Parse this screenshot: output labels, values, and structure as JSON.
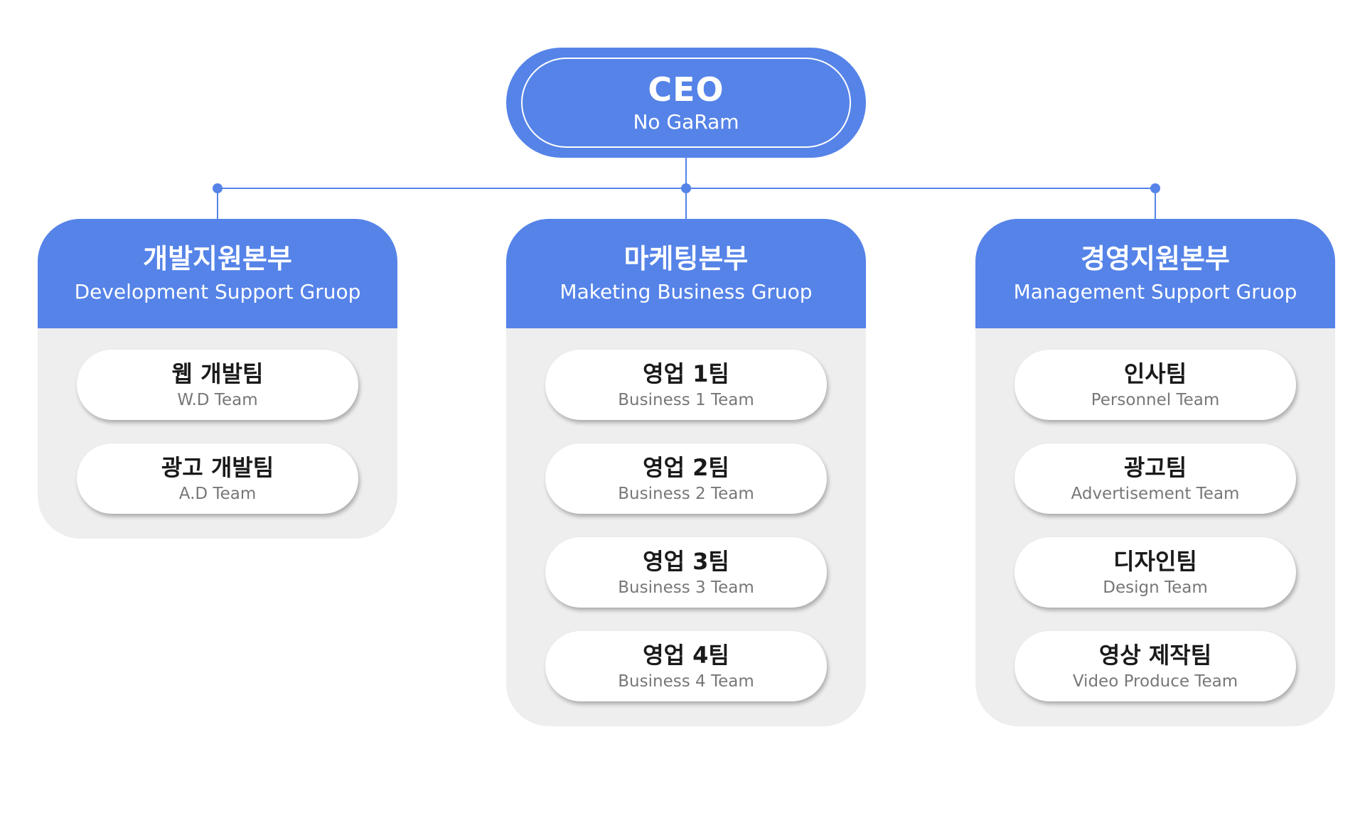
{
  "ceo": {
    "title": "CEO",
    "name": "No GaRam"
  },
  "groups": [
    {
      "name_ko": "개발지원본부",
      "name_en": "Development Support Gruop",
      "teams": [
        {
          "ko": "웹 개발팀",
          "en": "W.D Team"
        },
        {
          "ko": "광고 개발팀",
          "en": "A.D Team"
        }
      ]
    },
    {
      "name_ko": "마케팅본부",
      "name_en": "Maketing Business Gruop",
      "teams": [
        {
          "ko": "영업 1팀",
          "en": "Business 1 Team"
        },
        {
          "ko": "영업 2팀",
          "en": "Business 2 Team"
        },
        {
          "ko": "영업 3팀",
          "en": "Business 3 Team"
        },
        {
          "ko": "영업 4팀",
          "en": "Business 4 Team"
        }
      ]
    },
    {
      "name_ko": "경영지원본부",
      "name_en": "Management Support Gruop",
      "teams": [
        {
          "ko": "인사팀",
          "en": "Personnel Team"
        },
        {
          "ko": "광고팀",
          "en": "Advertisement Team"
        },
        {
          "ko": "디자인팀",
          "en": "Design Team"
        },
        {
          "ko": "영상 제작팀",
          "en": "Video Produce Team"
        }
      ]
    }
  ],
  "colors": {
    "accent": "#5583e8",
    "panel": "#eeeeee",
    "connector": "#5583e8",
    "team_text": "#1a1a1a",
    "team_subtext": "#777777"
  }
}
